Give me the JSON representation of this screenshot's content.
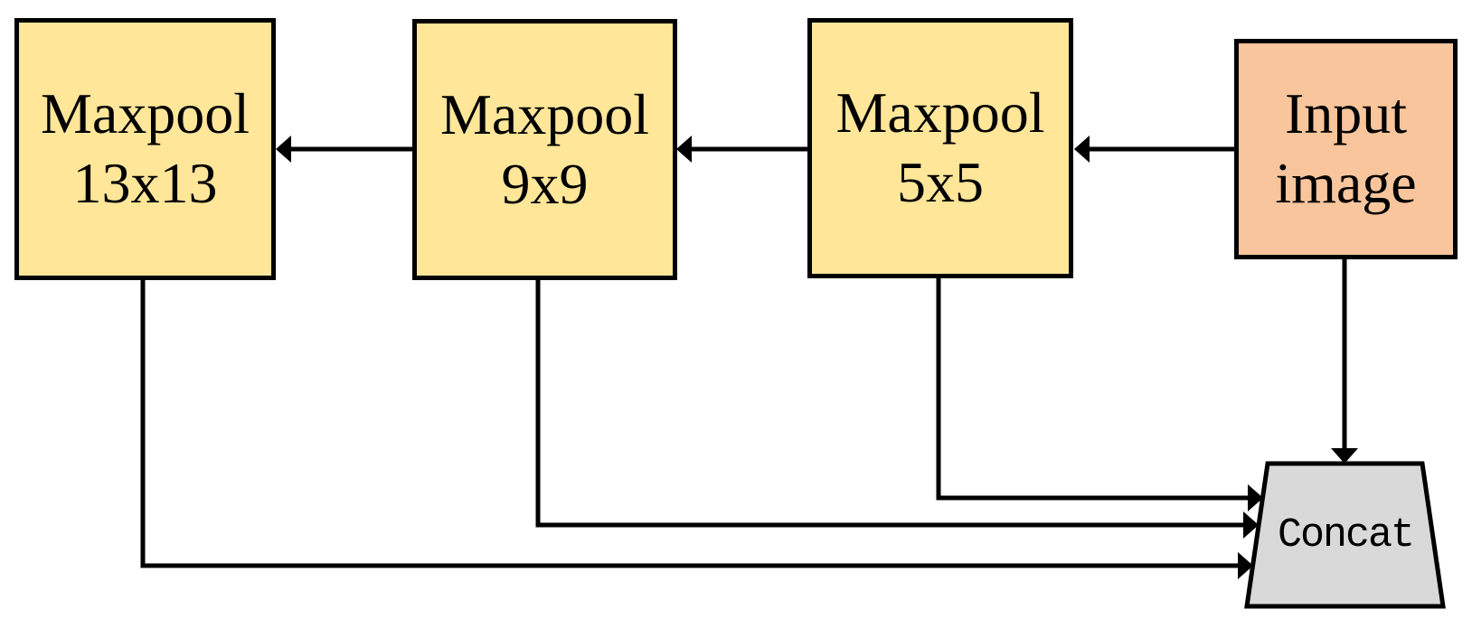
{
  "diagram": {
    "title": "SPP maxpool concat diagram",
    "background": "#FFFFFF",
    "line_color": "#000000",
    "nodes": {
      "maxpool13": {
        "label": "Maxpool\n13x13",
        "fill": "#FFE699",
        "border": "#000000",
        "shape": "rect"
      },
      "maxpool9": {
        "label": "Maxpool\n9x9",
        "fill": "#FFE699",
        "border": "#000000",
        "shape": "rect"
      },
      "maxpool5": {
        "label": "Maxpool\n5x5",
        "fill": "#FFE699",
        "border": "#000000",
        "shape": "rect"
      },
      "input_image": {
        "label": "Input\nimage",
        "fill": "#F8C59C",
        "border": "#000000",
        "shape": "rect"
      },
      "concat": {
        "label": "Concat",
        "fill": "#D9D9D9",
        "border": "#000000",
        "shape": "trapezoid"
      }
    },
    "edges": [
      {
        "from": "input_image",
        "to": "maxpool5"
      },
      {
        "from": "maxpool5",
        "to": "maxpool9"
      },
      {
        "from": "maxpool9",
        "to": "maxpool13"
      },
      {
        "from": "input_image",
        "to": "concat"
      },
      {
        "from": "maxpool5",
        "to": "concat"
      },
      {
        "from": "maxpool9",
        "to": "concat"
      },
      {
        "from": "maxpool13",
        "to": "concat"
      }
    ]
  }
}
